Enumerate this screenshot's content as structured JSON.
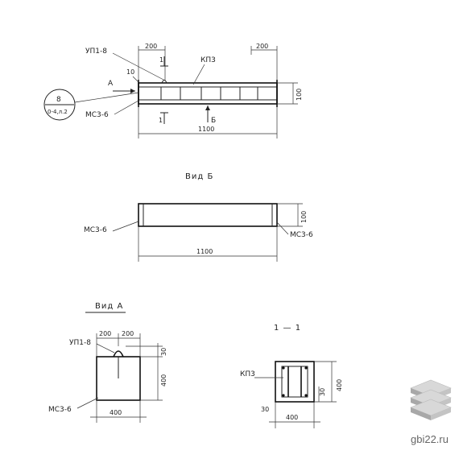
{
  "main_view": {
    "label_upper_mark": "УП1-8",
    "label_kp": "КП3",
    "label_mc": "МС3-6",
    "section_marker": "1",
    "view_arrow_a": "А",
    "view_arrow_b": "Б",
    "dim_left": "200",
    "dim_right": "200",
    "dim_length": "1100",
    "dim_height": "100",
    "dim_small": "10",
    "callout_number": "8",
    "callout_ref": "0-4,л.2"
  },
  "view_b": {
    "title": "Вид Б",
    "label_left": "МС3-6",
    "label_right": "МС3-6",
    "dim_height": "100",
    "dim_length": "1100"
  },
  "view_a": {
    "title": "Вид А",
    "label_top": "УП1-8",
    "label_bottom": "МС3-6",
    "dim_top_left": "200",
    "dim_top_right": "200",
    "dim_height": "400",
    "dim_small": "30",
    "dim_width": "400"
  },
  "section_1_1": {
    "title": "1 — 1",
    "label_kp": "КП3",
    "dim_height": "400",
    "dim_small_right": "30",
    "dim_small_left": "30",
    "dim_width": "400"
  },
  "watermark": {
    "site": "gbi22.ru"
  }
}
